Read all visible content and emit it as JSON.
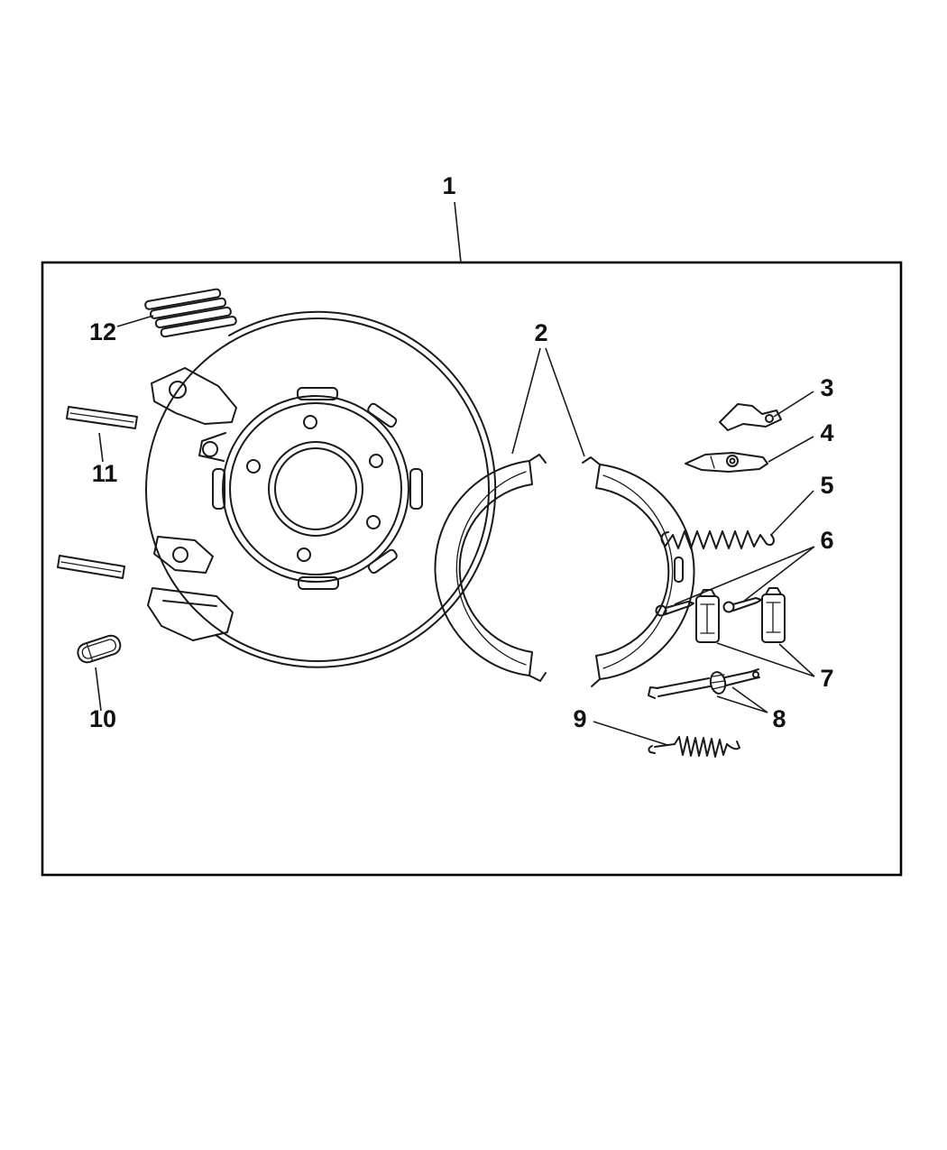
{
  "colors": {
    "background": "#ffffff",
    "line": "#1a1a1a"
  },
  "callouts": {
    "c1": "1",
    "c2": "2",
    "c3": "3",
    "c4": "4",
    "c5": "5",
    "c6": "6",
    "c7": "7",
    "c8": "8",
    "c9": "9",
    "c10": "10",
    "c11": "11",
    "c12": "12"
  }
}
